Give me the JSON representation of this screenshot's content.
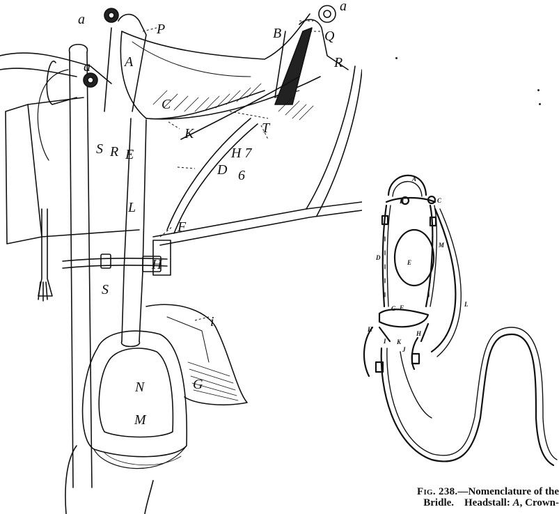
{
  "saddle_labels": {
    "a1": "a",
    "a2": "a",
    "a3": "a",
    "P": "P",
    "B": "B",
    "Q": "Q",
    "R_right": "R",
    "A": "A",
    "C": "C",
    "K": "K",
    "T": "T",
    "S_top": "S",
    "R_left": "R",
    "E": "E",
    "H7": "H 7",
    "six": "6",
    "D": "D",
    "L": "L",
    "F": "F",
    "S_bottom": "S",
    "H_strap": "H",
    "i": "i",
    "N": "N",
    "G": "G",
    "M": "M"
  },
  "bridle_labels": {
    "A": "A",
    "B": "B",
    "C": "C",
    "D": "D",
    "E": "E",
    "M": "M",
    "L": "L",
    "F": "F",
    "G": "G",
    "H_left": "H",
    "H_right": "H",
    "I": "I",
    "J": "J",
    "K": "K"
  },
  "caption": {
    "fig": "Fig. 238.",
    "line1_rest": "—Nomenclature of the",
    "line2": "Bridle.    Headstall:",
    "line2_italic": "A",
    "line2_end": ", Crown-"
  }
}
